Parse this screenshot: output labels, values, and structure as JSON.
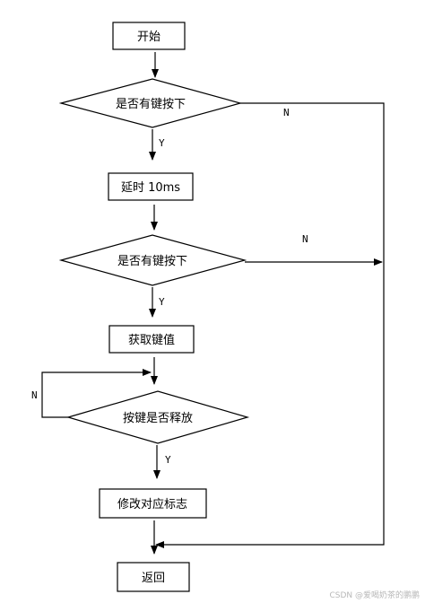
{
  "nodes": {
    "start": "开始",
    "decision1": "是否有键按下",
    "delay": "延时 10ms",
    "decision2": "是否有键按下",
    "get_key": "获取键值",
    "decision3": "按键是否释放",
    "modify_flag": "修改对应标志",
    "return": "返回"
  },
  "edge_labels": {
    "d1_yes": "Y",
    "d1_no": "N",
    "d2_yes": "Y",
    "d2_no": "N",
    "d3_yes": "Y",
    "d3_no": "N"
  },
  "watermark": "CSDN @爱喝奶茶的鹏鹏"
}
